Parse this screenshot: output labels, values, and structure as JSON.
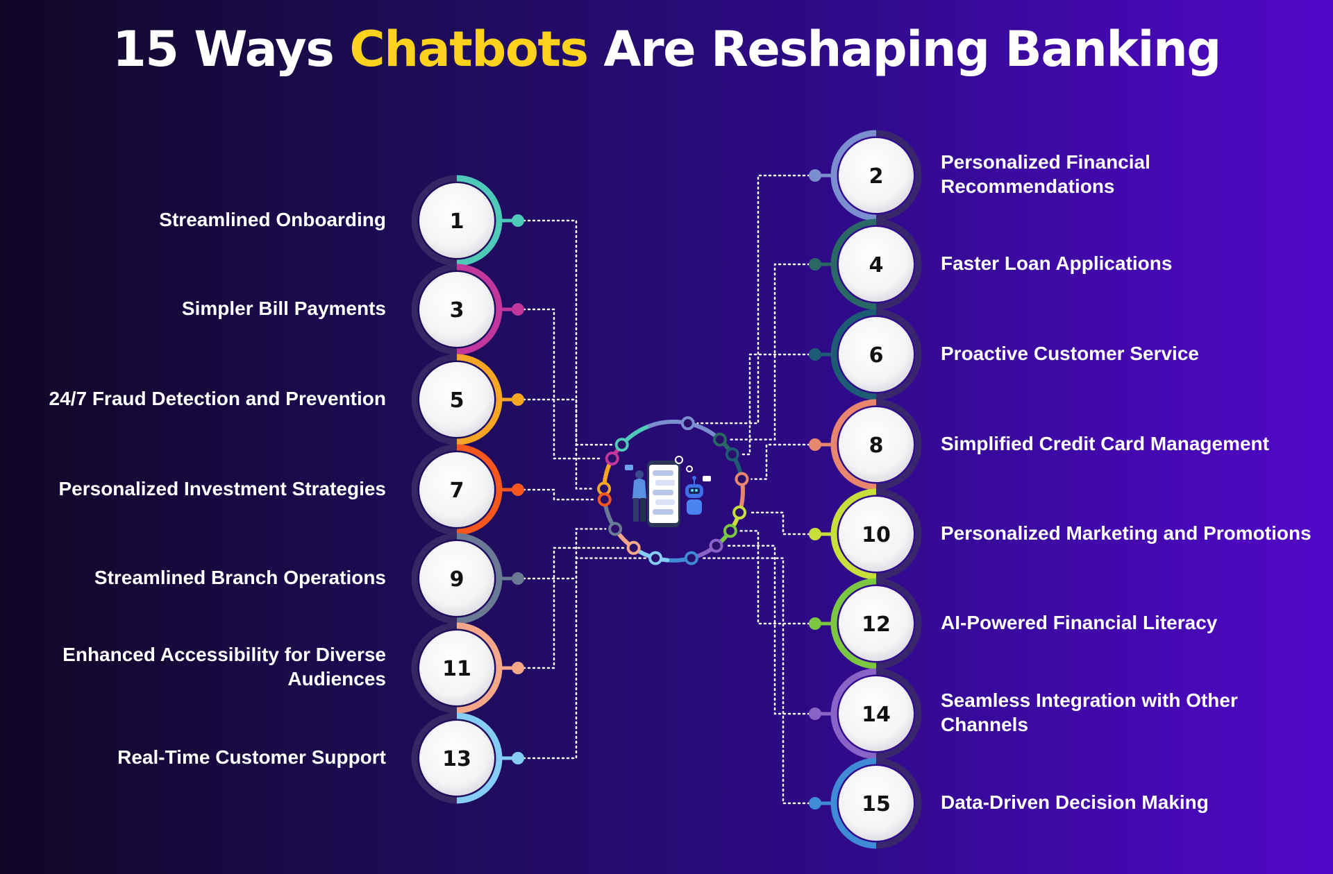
{
  "title": {
    "prefix": "15 Ways ",
    "highlight": "Chatbots",
    "suffix": " Are Reshaping Banking",
    "highlight_color": "#ffd21e"
  },
  "hub": {
    "icon": "chatbot-phone-robot-icon"
  },
  "items": [
    {
      "number": "1",
      "label": "Streamlined Onboarding",
      "color": "#4fc9b8",
      "side": "left"
    },
    {
      "number": "2",
      "label": "Personalized Financial Recommendations",
      "color": "#7b8fd0",
      "side": "right"
    },
    {
      "number": "3",
      "label": "Simpler Bill Payments",
      "color": "#c2379c",
      "side": "left"
    },
    {
      "number": "4",
      "label": "Faster Loan Applications",
      "color": "#2a6866",
      "side": "right"
    },
    {
      "number": "5",
      "label": "24/7 Fraud Detection and Prevention",
      "color": "#f6a623",
      "side": "left"
    },
    {
      "number": "6",
      "label": "Proactive Customer Service",
      "color": "#1d5c74",
      "side": "right"
    },
    {
      "number": "7",
      "label": "Personalized Investment Strategies",
      "color": "#f5571c",
      "side": "left"
    },
    {
      "number": "8",
      "label": "Simplified Credit Card Management",
      "color": "#e8876d",
      "side": "right"
    },
    {
      "number": "9",
      "label": "Streamlined Branch Operations",
      "color": "#6b7a94",
      "side": "left"
    },
    {
      "number": "10",
      "label": "Personalized Marketing and Promotions",
      "color": "#c8de3a",
      "side": "right"
    },
    {
      "number": "11",
      "label": "Enhanced Accessibility for Diverse Audiences",
      "color": "#f5a78a",
      "side": "left"
    },
    {
      "number": "12",
      "label": "AI-Powered Financial Literacy",
      "color": "#7cc742",
      "side": "right"
    },
    {
      "number": "13",
      "label": "Real-Time Customer Support",
      "color": "#86cdf5",
      "side": "left"
    },
    {
      "number": "14",
      "label": "Seamless Integration with Other Channels",
      "color": "#8a63c6",
      "side": "right"
    },
    {
      "number": "15",
      "label": "Data-Driven Decision Making",
      "color": "#3f8bd6",
      "side": "right"
    }
  ]
}
